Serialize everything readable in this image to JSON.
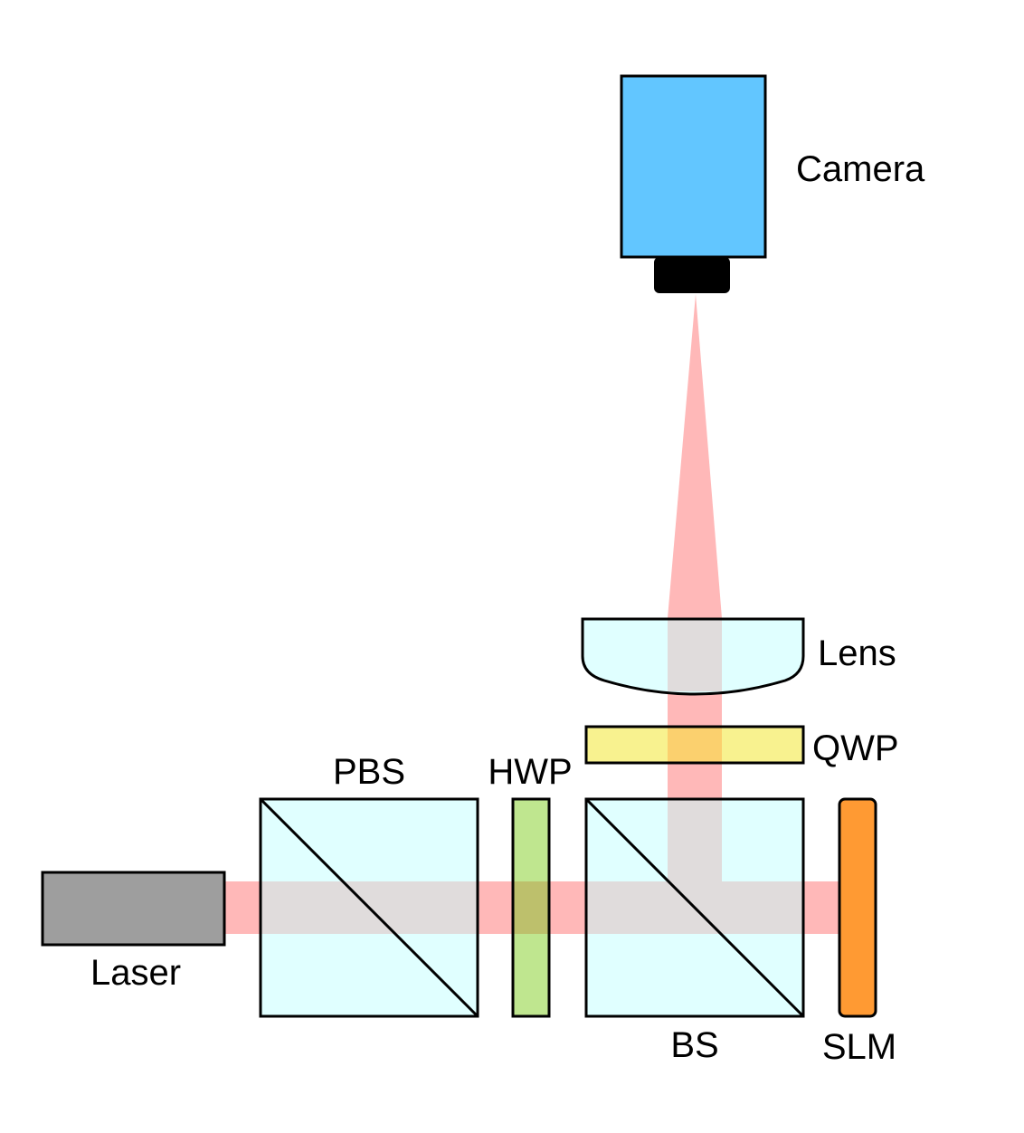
{
  "labels": {
    "camera": "Camera",
    "lens": "Lens",
    "qwp": "QWP",
    "pbs": "PBS",
    "hwp": "HWP",
    "laser": "Laser",
    "bs": "BS",
    "slm": "SLM"
  },
  "colors": {
    "beam": "#ffb8b8",
    "cube_fill": "#e0ffff",
    "beam_in_glass": "#e0dcdc",
    "camera_body": "#62c6ff",
    "camera_lens_mount": "#000000",
    "laser_body": "#9e9e9e",
    "hwp_fill": "#bfe68f",
    "qwp_fill": "#f8f28f",
    "slm_fill": "#ff9a33",
    "outline": "#000000"
  }
}
